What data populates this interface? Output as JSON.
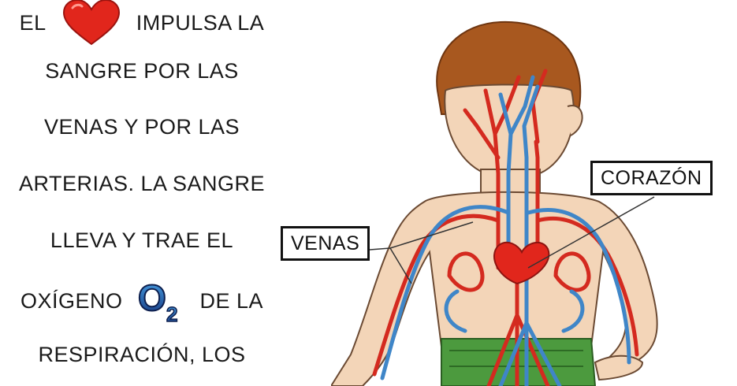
{
  "text_lines": [
    {
      "before": "EL",
      "after": "IMPULSA LA"
    },
    {
      "text": "SANGRE POR LAS"
    },
    {
      "text": "VENAS Y POR LAS"
    },
    {
      "text": "ARTERIAS. LA  SANGRE"
    },
    {
      "text": "LLEVA Y TRAE EL"
    },
    {
      "before": "OXÍGENO",
      "after": "DE LA"
    },
    {
      "text": "RESPIRACIÓN, LOS"
    }
  ],
  "icons": {
    "heart": "heart-icon",
    "oxygen": "o2-icon",
    "oxygen_symbol": "O",
    "oxygen_subscript": "2"
  },
  "labels": {
    "heart": "CORAZÓN",
    "veins": "VENAS"
  },
  "colors": {
    "artery": "#d42a1f",
    "vein": "#3f86c8",
    "heart": "#e1261c",
    "skin": "#f3d5b8",
    "hair": "#a8581f",
    "shorts": "#4c9a3e"
  }
}
